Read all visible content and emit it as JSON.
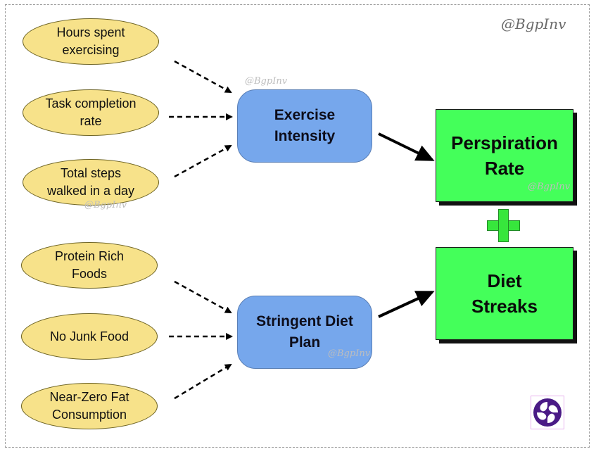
{
  "watermark": "@BgpInv",
  "inputs_exercise": [
    {
      "label": "Hours spent\nexercising"
    },
    {
      "label": "Task completion\nrate"
    },
    {
      "label": "Total steps\nwalked in a day"
    }
  ],
  "inputs_diet": [
    {
      "label": "Protein Rich\nFoods"
    },
    {
      "label": "No Junk Food"
    },
    {
      "label": "Near-Zero Fat\nConsumption"
    }
  ],
  "middle": {
    "exercise": "Exercise\nIntensity",
    "diet": "Stringent Diet\nPlan"
  },
  "outputs": {
    "perspiration": "Perspiration\nRate",
    "diet_streaks": "Diet\nStreaks"
  },
  "colors": {
    "input_fill": "#f7e28a",
    "middle_fill": "#76a7ec",
    "output_fill": "#44ff5a",
    "plus_fill": "#37e63c",
    "logo": "#4a1a86"
  },
  "icons": {
    "plus": "plus-icon",
    "logo": "swirl-logo-icon"
  }
}
